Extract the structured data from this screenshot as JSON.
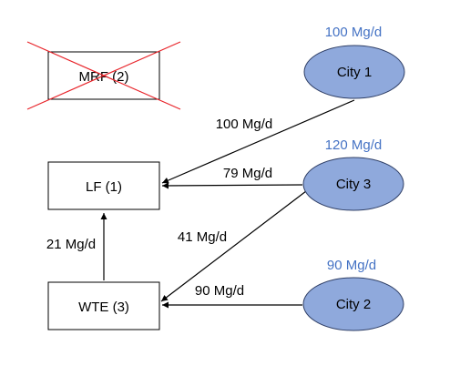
{
  "facilities": {
    "mrf": {
      "label": "MRF (2)",
      "status": "crossed-out"
    },
    "lf": {
      "label": "LF (1)"
    },
    "wte": {
      "label": "WTE (3)"
    }
  },
  "cities": {
    "city1": {
      "label": "City 1",
      "generation": "100 Mg/d"
    },
    "city3": {
      "label": "City 3",
      "generation": "120 Mg/d"
    },
    "city2": {
      "label": "City 2",
      "generation": "90 Mg/d"
    }
  },
  "flows": {
    "city1_to_lf": "100 Mg/d",
    "city3_to_lf": "79 Mg/d",
    "city3_to_wte": "41 Mg/d",
    "city2_to_wte": "90 Mg/d",
    "wte_to_lf": "21 Mg/d"
  },
  "colors": {
    "city_fill": "#8fa9dc",
    "city_stroke": "#2f3f66",
    "generation_text": "#4472c4",
    "cross": "#e8242a",
    "line": "#000000"
  }
}
